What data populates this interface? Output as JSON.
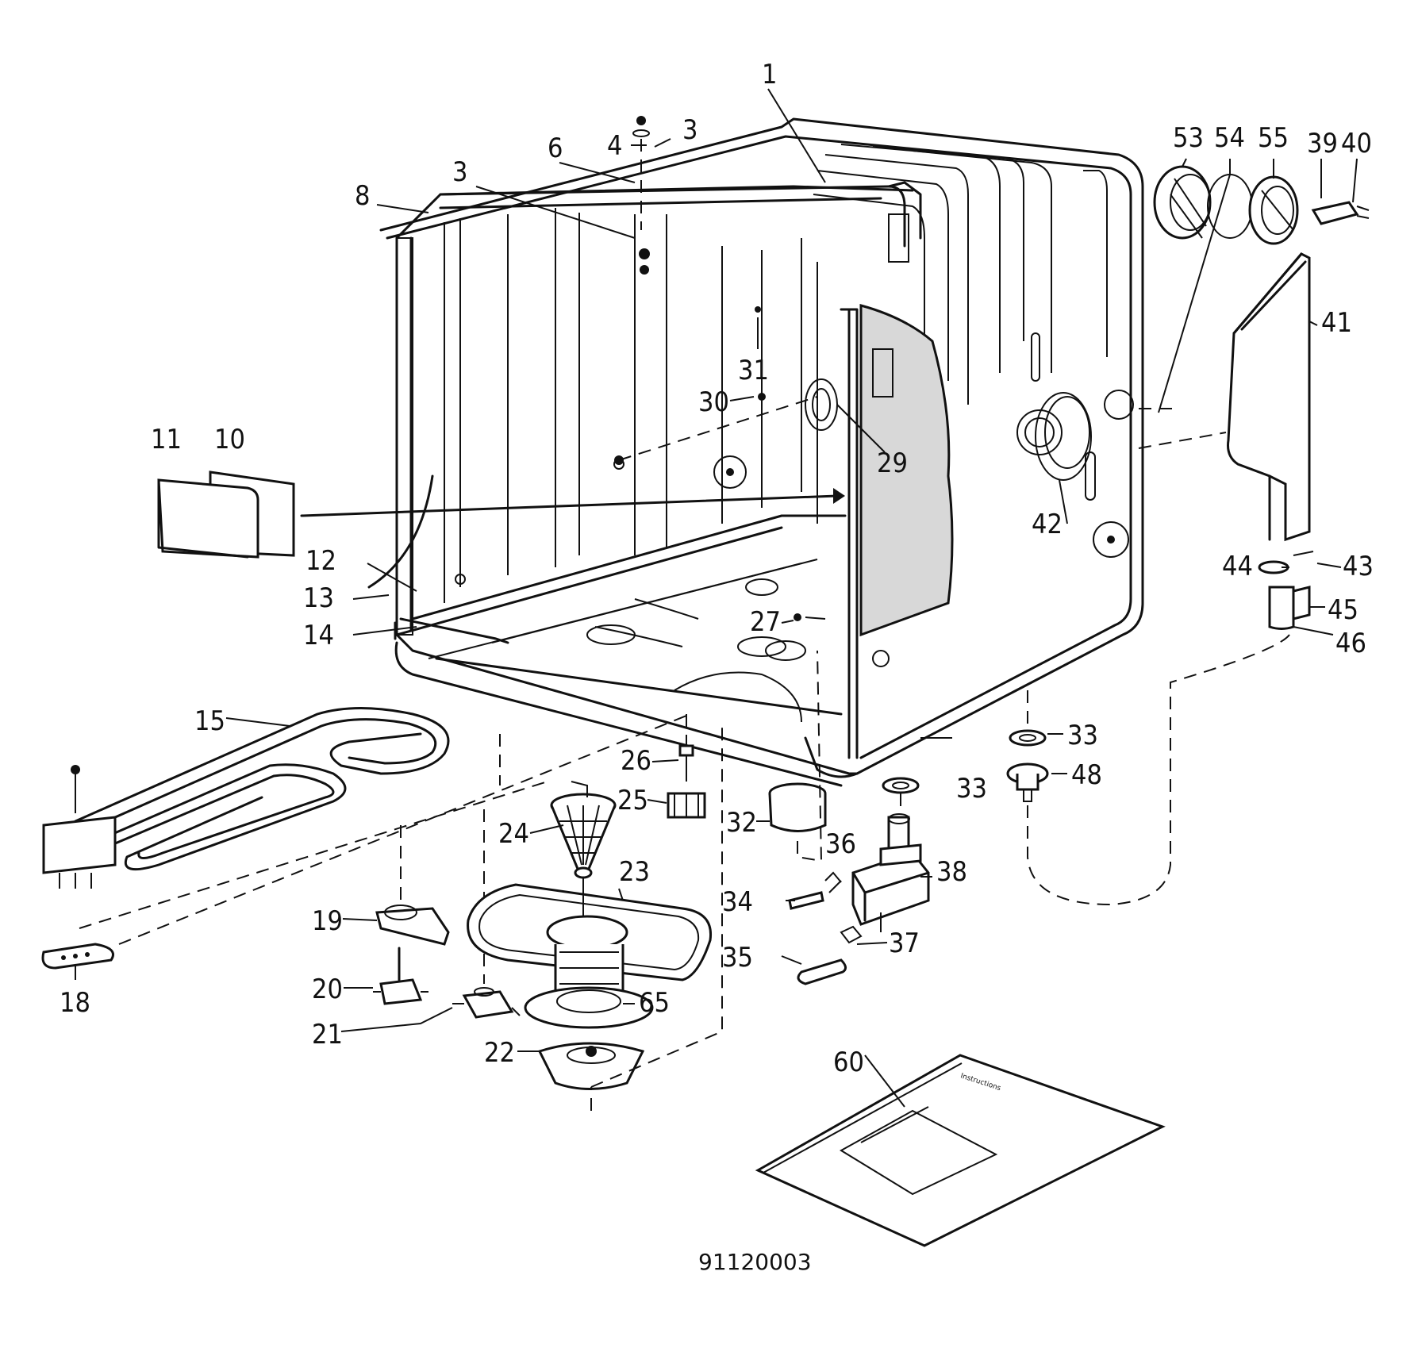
{
  "drawing_number": "91120003",
  "callouts": [
    {
      "id": "c1",
      "text": "1"
    },
    {
      "id": "c3a",
      "text": "3"
    },
    {
      "id": "c3b",
      "text": "3"
    },
    {
      "id": "c4",
      "text": "4"
    },
    {
      "id": "c6",
      "text": "6"
    },
    {
      "id": "c8",
      "text": "8"
    },
    {
      "id": "c10",
      "text": "10"
    },
    {
      "id": "c11",
      "text": "11"
    },
    {
      "id": "c12",
      "text": "12"
    },
    {
      "id": "c13",
      "text": "13"
    },
    {
      "id": "c14",
      "text": "14"
    },
    {
      "id": "c15",
      "text": "15"
    },
    {
      "id": "c18",
      "text": "18"
    },
    {
      "id": "c19",
      "text": "19"
    },
    {
      "id": "c20",
      "text": "20"
    },
    {
      "id": "c21",
      "text": "21"
    },
    {
      "id": "c22",
      "text": "22"
    },
    {
      "id": "c23",
      "text": "23"
    },
    {
      "id": "c24",
      "text": "24"
    },
    {
      "id": "c25",
      "text": "25"
    },
    {
      "id": "c26",
      "text": "26"
    },
    {
      "id": "c27",
      "text": "27"
    },
    {
      "id": "c29",
      "text": "29"
    },
    {
      "id": "c30",
      "text": "30"
    },
    {
      "id": "c31",
      "text": "31"
    },
    {
      "id": "c32",
      "text": "32"
    },
    {
      "id": "c33a",
      "text": "33"
    },
    {
      "id": "c33b",
      "text": "33"
    },
    {
      "id": "c34",
      "text": "34"
    },
    {
      "id": "c35",
      "text": "35"
    },
    {
      "id": "c36",
      "text": "36"
    },
    {
      "id": "c37",
      "text": "37"
    },
    {
      "id": "c38",
      "text": "38"
    },
    {
      "id": "c39",
      "text": "39"
    },
    {
      "id": "c40",
      "text": "40"
    },
    {
      "id": "c41",
      "text": "41"
    },
    {
      "id": "c42",
      "text": "42"
    },
    {
      "id": "c43",
      "text": "43"
    },
    {
      "id": "c44",
      "text": "44"
    },
    {
      "id": "c45",
      "text": "45"
    },
    {
      "id": "c46",
      "text": "46"
    },
    {
      "id": "c48",
      "text": "48"
    },
    {
      "id": "c53",
      "text": "53"
    },
    {
      "id": "c54",
      "text": "54"
    },
    {
      "id": "c55",
      "text": "55"
    },
    {
      "id": "c60",
      "text": "60"
    },
    {
      "id": "c65",
      "text": "65"
    }
  ]
}
